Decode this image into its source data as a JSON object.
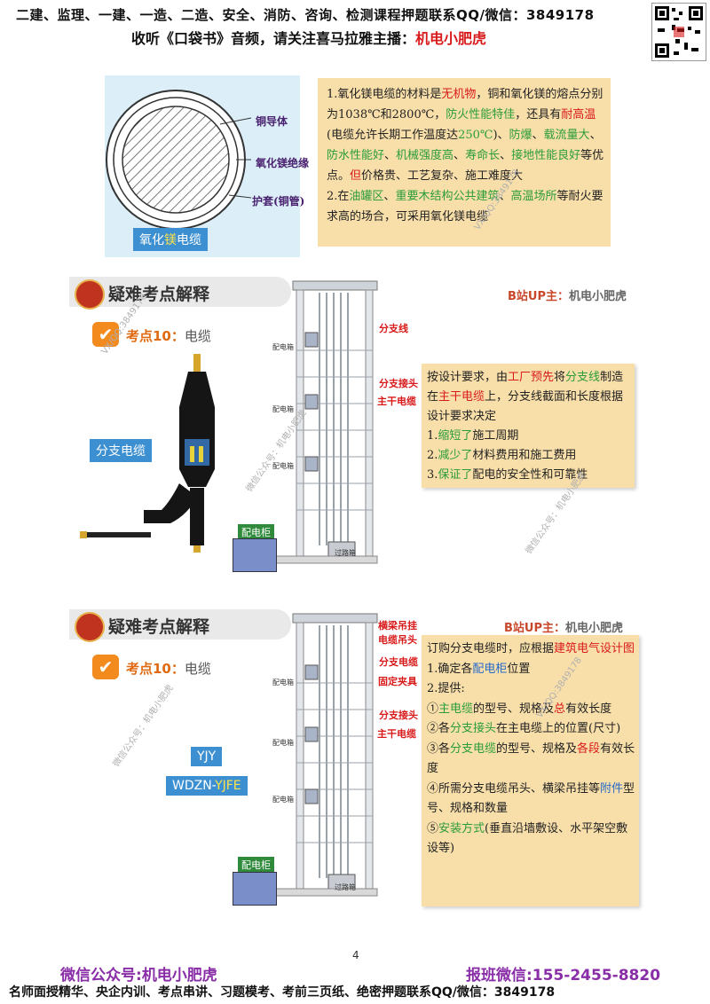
{
  "header": {
    "line1": "二建、监理、一建、一造、二造、安全、消防、咨询、检测课程押题联系QQ/微信：3849178",
    "line2_prefix": "收听《口袋书》音频，请关注喜马拉雅主播：",
    "line2_host": "机电小肥虎"
  },
  "section1": {
    "labels": {
      "conductor": "铜导体",
      "insulation": "氧化镁绝缘",
      "sheath": "护套(铜管)"
    },
    "cable_tag": {
      "a": "氧化",
      "b": "镁",
      "c": "电缆"
    },
    "p1": [
      {
        "t": "1.氧化镁电缆的材料是",
        "c": ""
      },
      {
        "t": "无机物",
        "c": "red"
      },
      {
        "t": "，铜和氧化镁的熔点分别为1038℃和2800℃，",
        "c": ""
      },
      {
        "t": "防火性能特佳",
        "c": "green"
      },
      {
        "t": "，还具有",
        "c": ""
      },
      {
        "t": "耐高温",
        "c": "red"
      },
      {
        "t": "(电缆允许长期工作温度达",
        "c": ""
      },
      {
        "t": "250℃",
        "c": "green"
      },
      {
        "t": ")、",
        "c": ""
      },
      {
        "t": "防爆",
        "c": "green"
      },
      {
        "t": "、",
        "c": ""
      },
      {
        "t": "载流量大",
        "c": "green"
      },
      {
        "t": "、",
        "c": ""
      },
      {
        "t": "防水性能好",
        "c": "green"
      },
      {
        "t": "、",
        "c": ""
      },
      {
        "t": "机械强度高",
        "c": "green"
      },
      {
        "t": "、",
        "c": ""
      },
      {
        "t": "寿命长",
        "c": "green"
      },
      {
        "t": "、",
        "c": ""
      },
      {
        "t": "接地性能良好",
        "c": "green"
      },
      {
        "t": "等优点。",
        "c": ""
      },
      {
        "t": "但",
        "c": "red"
      },
      {
        "t": "价格贵、工艺复杂、施工难度大",
        "c": ""
      }
    ],
    "p2": [
      {
        "t": "2.在",
        "c": ""
      },
      {
        "t": "油罐区",
        "c": "green"
      },
      {
        "t": "、",
        "c": ""
      },
      {
        "t": "重要木结构公共建筑",
        "c": "green"
      },
      {
        "t": "、",
        "c": ""
      },
      {
        "t": "高温场所",
        "c": "green"
      },
      {
        "t": "等耐火要求高的场合，可采用氧化镁电缆",
        "c": ""
      }
    ]
  },
  "section2": {
    "title": "疑难考点解释",
    "kp_label": "考点10：",
    "kp_topic": "电缆",
    "bili_prefix": "B站UP主：",
    "bili_name": "机电小肥虎",
    "branch_tag": {
      "a": "分支",
      "b": "电缆"
    },
    "diagram_labels": {
      "branch_line": "分支线",
      "branch_joint": "分支接头",
      "main_cable": "主干电缆",
      "dist_box": "配电箱",
      "cabinet": "配电柜",
      "passbox": "过路箱"
    },
    "text": [
      [
        {
          "t": "按设计要求，由",
          "c": ""
        },
        {
          "t": "工厂预先",
          "c": "red"
        },
        {
          "t": "将",
          "c": ""
        },
        {
          "t": "分支线",
          "c": "green"
        },
        {
          "t": "制造在",
          "c": ""
        },
        {
          "t": "主干电缆",
          "c": "red"
        },
        {
          "t": "上，分支线截面和长度根据设计要求决定",
          "c": ""
        }
      ],
      [
        {
          "t": "1.",
          "c": ""
        },
        {
          "t": "缩短了",
          "c": "green"
        },
        {
          "t": "施工周期",
          "c": ""
        }
      ],
      [
        {
          "t": "2.",
          "c": ""
        },
        {
          "t": "减少了",
          "c": "green"
        },
        {
          "t": "材料费用和施工费用",
          "c": ""
        }
      ],
      [
        {
          "t": "3.",
          "c": ""
        },
        {
          "t": "保证了",
          "c": "green"
        },
        {
          "t": "配电的安全性和可靠性",
          "c": ""
        }
      ]
    ]
  },
  "section3": {
    "title": "疑难考点解释",
    "kp_label": "考点10：",
    "kp_topic": "电缆",
    "bili_prefix": "B站UP主：",
    "bili_name": "机电小肥虎",
    "tag_yjy": "YJY",
    "tag_wdzn_a": "WDZN-",
    "tag_wdzn_b": "YJFE",
    "diagram_labels": {
      "beam_hanger": "横梁吊挂",
      "cable_hanger": "电缆吊头",
      "branch_cable": "分支电缆",
      "fixed_clamp": "固定夹具",
      "branch_joint": "分支接头",
      "main_cable": "主干电缆",
      "dist_box": "配电箱",
      "cabinet": "配电柜",
      "passbox": "过路箱"
    },
    "text": [
      [
        {
          "t": "订购分支电缆时，应根据",
          "c": ""
        },
        {
          "t": "建筑电气设计图",
          "c": "red"
        }
      ],
      [
        {
          "t": "1.确定各",
          "c": ""
        },
        {
          "t": "配电柜",
          "c": "blue"
        },
        {
          "t": "位置",
          "c": ""
        }
      ],
      [
        {
          "t": "2.提供:",
          "c": ""
        }
      ],
      [
        {
          "t": "①",
          "c": ""
        },
        {
          "t": "主电缆",
          "c": "green"
        },
        {
          "t": "的型号、规格及",
          "c": ""
        },
        {
          "t": "总",
          "c": "red"
        },
        {
          "t": "有效长度",
          "c": ""
        }
      ],
      [
        {
          "t": "②各",
          "c": ""
        },
        {
          "t": "分支接头",
          "c": "green"
        },
        {
          "t": "在主电缆上的位置(尺寸)",
          "c": ""
        }
      ],
      [
        {
          "t": "③各",
          "c": ""
        },
        {
          "t": "分支电缆",
          "c": "green"
        },
        {
          "t": "的型号、规格及",
          "c": ""
        },
        {
          "t": "各段",
          "c": "red"
        },
        {
          "t": "有效长度",
          "c": ""
        }
      ],
      [
        {
          "t": "④所需分支电缆吊头、横梁吊挂等",
          "c": ""
        },
        {
          "t": "附件",
          "c": "blue"
        },
        {
          "t": "型号、规格和数量",
          "c": ""
        }
      ],
      [
        {
          "t": "⑤",
          "c": ""
        },
        {
          "t": "安装方式",
          "c": "green"
        },
        {
          "t": "(垂直沿墙敷设、水平架空敷设等)",
          "c": ""
        }
      ]
    ]
  },
  "page_number": "4",
  "footer": {
    "wechat_label": "微信公众号:",
    "wechat_name": "机电小肥虎",
    "enroll": "报班微信:155-2455-8820",
    "line2": "名师面授精华、央企内训、考点串讲、习题模考、考前三页纸、绝密押题联系QQ/微信：3849178"
  },
  "watermarks": [
    "VX/QQ:3849178",
    "微信公众号：机电小肥虎"
  ],
  "colors": {
    "accent_red": "#d91a1a",
    "green": "#2a9c3a",
    "blue": "#2769c9",
    "box_bg": "#f8dfaa",
    "footer_purple": "#8a2ea8"
  }
}
